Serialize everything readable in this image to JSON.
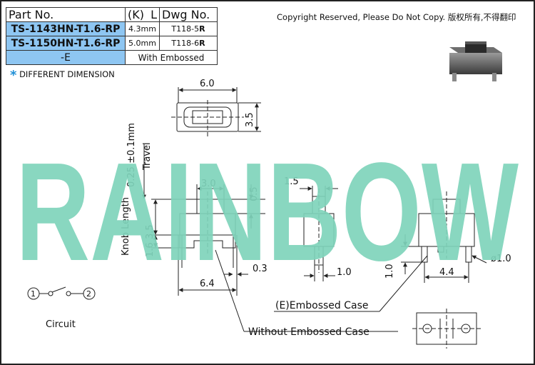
{
  "table": {
    "headers": [
      "Part No.",
      "(K)",
      "L",
      "Dwg No."
    ],
    "rows": [
      {
        "part": "TS-1143HN-T1.6-RP",
        "l": "4.3mm",
        "dwg_base": "T118-5",
        "dwg_suffix": "R"
      },
      {
        "part": "TS-1150HN-T1.6-RP",
        "l": "5.0mm",
        "dwg_base": "T118-6",
        "dwg_suffix": "R"
      }
    ],
    "embossed_row": {
      "part": "-E",
      "note": "With Embossed"
    }
  },
  "copyright": "Copyright Reserved, Please Do Not Copy. 版权所有,不得翻印",
  "note": {
    "marker": "*",
    "text": "DIFFERENT DIMENSION"
  },
  "watermark": {
    "text": "RAINBOW",
    "color": "#7fd4bb"
  },
  "dimensions": {
    "width_6_0": "6.0",
    "height_3_5_top": "3.5",
    "travel_vertical": "0.25 ±0.1mm",
    "travel_label": "Travel",
    "dim_3_0": "3.0",
    "dim_0_5": "0.5",
    "knob_length": "Knob Length",
    "dim_3_5_side": "3.5",
    "dim_1_6": "1.6",
    "dim_6_4": "6.4",
    "dim_0_3": "0.3",
    "dim_1_5": "1.5",
    "dim_1_0_front": "1.0",
    "dim_1_0_vertical": "1.0",
    "dim_4_4": "4.4",
    "dim_dia_1_0": "ø1.0"
  },
  "labels": {
    "embossed_case": "(E)Embossed Case",
    "without_embossed_case": "Without Embossed Case",
    "circuit": "Circuit",
    "pin1": "1",
    "pin2": "2"
  }
}
